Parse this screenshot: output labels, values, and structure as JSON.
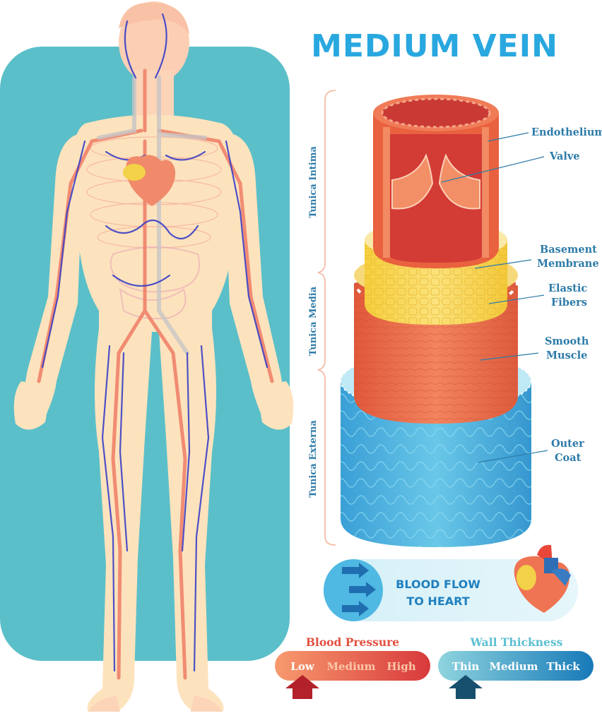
{
  "title": "MEDIUM VEIN",
  "layers": {
    "intima": "Tunica Intima",
    "media": "Tunica Media",
    "externa": "Tunica Externa"
  },
  "labels": {
    "endothelium": "Endothelium",
    "valve": "Valve",
    "basement_1": "Basement",
    "basement_2": "Membrane",
    "elastic_1": "Elastic",
    "elastic_2": "Fibers",
    "smooth_1": "Smooth",
    "smooth_2": "Muscle",
    "outer_1": "Outer",
    "outer_2": "Coat"
  },
  "flow": {
    "line1": "BLOOD FLOW",
    "line2": "TO HEART"
  },
  "pressure": {
    "title": "Blood Pressure",
    "levels": [
      "Low",
      "Medium",
      "High"
    ],
    "selected": "Low"
  },
  "thickness": {
    "title": "Wall Thickness",
    "levels": [
      "Thin",
      "Medium",
      "Thick"
    ],
    "selected": "Thin"
  },
  "colors": {
    "panel_teal": "#5bbfc9",
    "body_skin": "#fde3bd",
    "vein_blue": "#3a3fc7",
    "artery_red": "#f0826a",
    "title_blue": "#29a8df",
    "label_blue": "#2d7ba8"
  }
}
